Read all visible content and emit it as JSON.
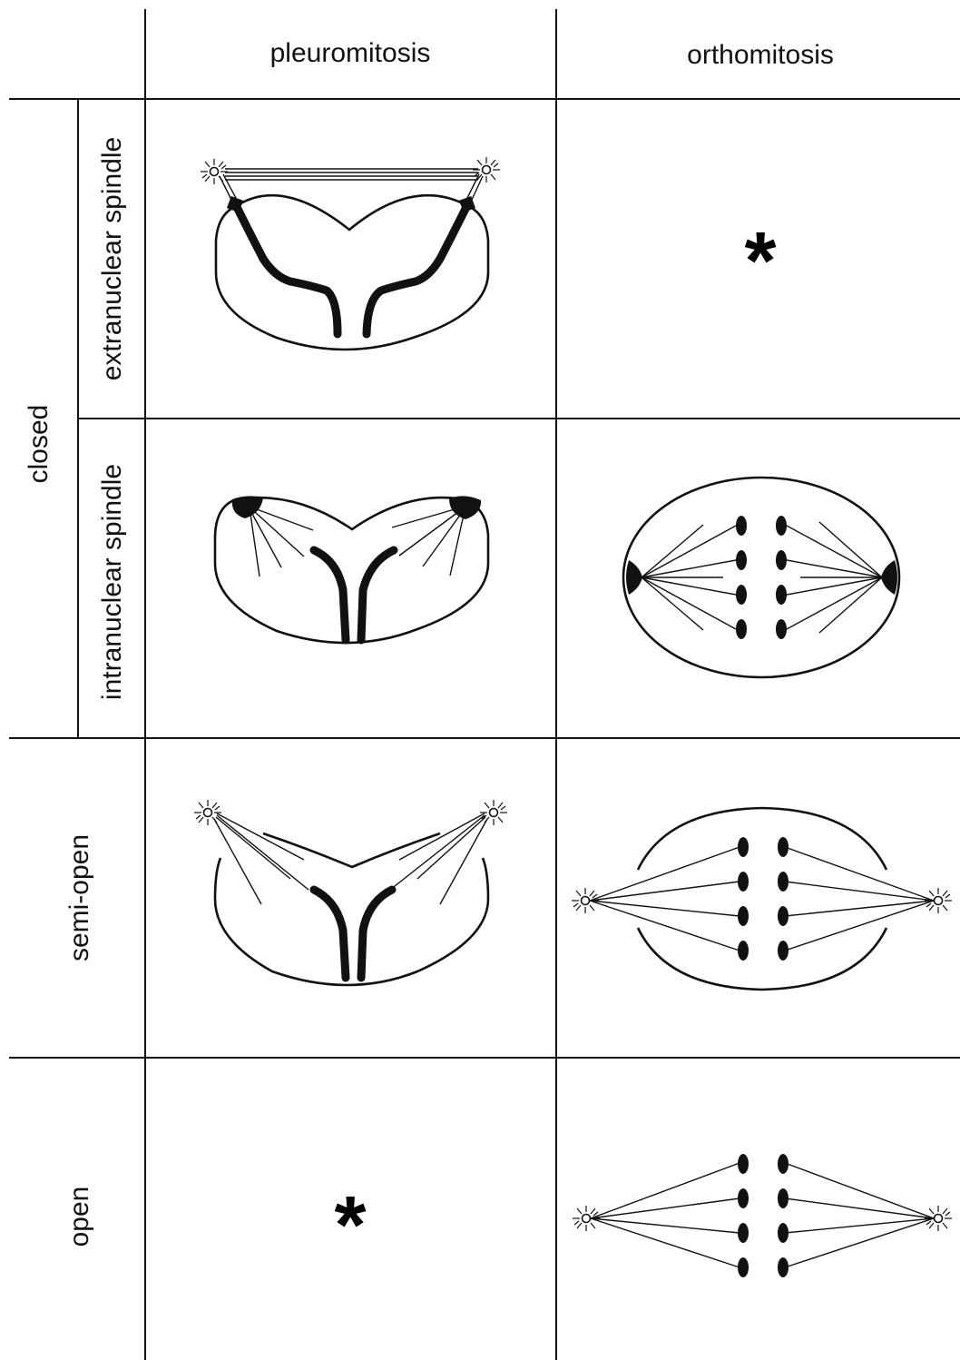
{
  "columns": {
    "pleuro": "pleuromitosis",
    "ortho": "orthomitosis"
  },
  "rows": {
    "closed": "closed",
    "extranuclear": "extranuclear spindle",
    "intranuclear": "intranuclear spindle",
    "semi_open": "semi-open",
    "open": "open"
  },
  "cells": {
    "closed_extranuclear_ortho": "*",
    "open_pleuro": "*"
  }
}
